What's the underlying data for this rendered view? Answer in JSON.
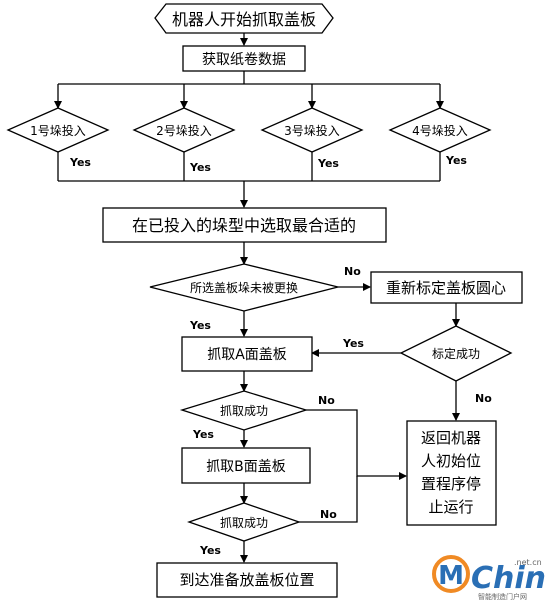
{
  "nodes": {
    "start": "机器人开始抓取盖板",
    "get_data": "获取纸卷数据",
    "pit1": "1号垛投入",
    "pit2": "2号垛投入",
    "pit3": "3号垛投入",
    "pit4": "4号垛投入",
    "select_best": "在已投入的垛型中选取最合适的",
    "not_replaced": "所选盖板垛未被更换",
    "recalibrate": "重新标定盖板圆心",
    "calib_success": "标定成功",
    "grab_a": "抓取A面盖板",
    "grab_success_1": "抓取成功",
    "grab_b": "抓取B面盖板",
    "grab_success_2": "抓取成功",
    "return_home": [
      "返回机器",
      "人初始位",
      "置程序停",
      "止运行"
    ],
    "reach_position": "到达准备放盖板位置"
  },
  "edge_labels": {
    "pit1_yes": "Yes",
    "pit2_yes": "Yes",
    "pit3_yes": "Yes",
    "pit4_yes": "Yes",
    "not_replaced_no": "No",
    "not_replaced_yes": "Yes",
    "calib_yes": "Yes",
    "calib_no": "No",
    "grab1_no": "No",
    "grab1_yes": "Yes",
    "grab2_no": "No",
    "grab2_yes": "Yes"
  },
  "watermark": {
    "brand": "China",
    "domain": ".net.cn",
    "tagline": "智能制造门户网",
    "logo_letter": "M"
  },
  "colors": {
    "stroke": "#000000",
    "background": "#ffffff",
    "watermark_blue": "#2a6fb5",
    "watermark_orange": "#f08a24"
  }
}
